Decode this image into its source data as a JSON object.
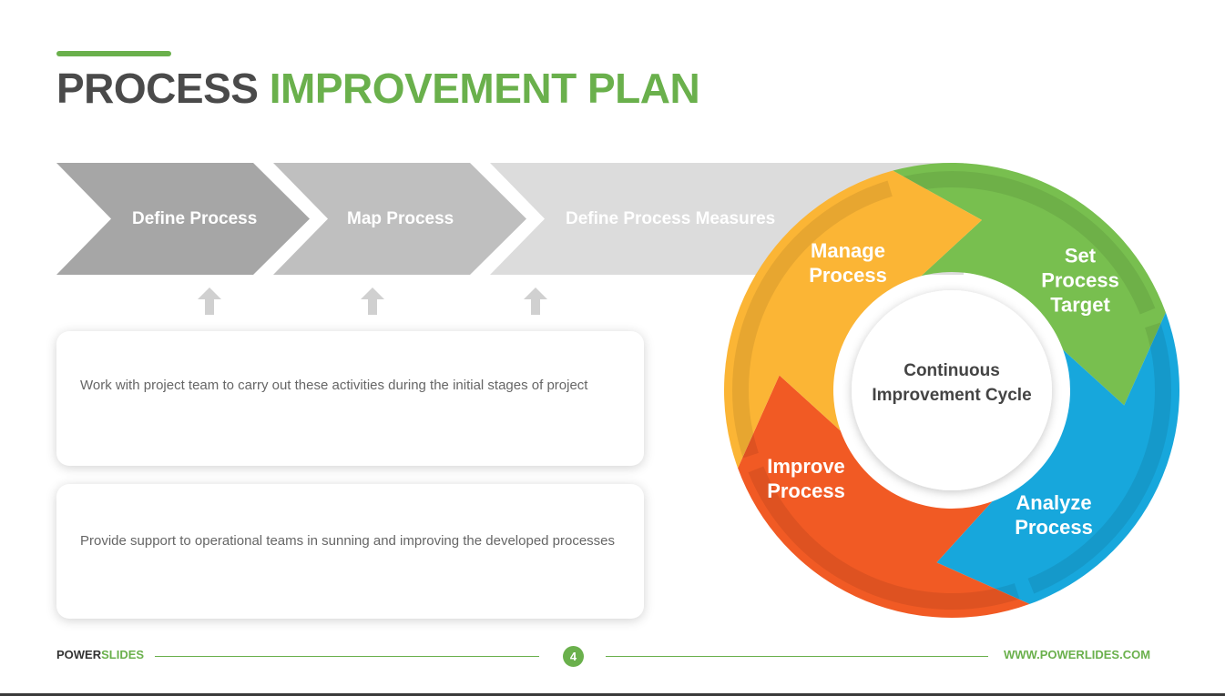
{
  "title": {
    "part1": "PROCESS",
    "part2": "IMPROVEMENT PLAN"
  },
  "steps": [
    {
      "label": "Define Process",
      "color": "#a6a6a6"
    },
    {
      "label": "Map Process",
      "color": "#bfbfbf"
    },
    {
      "label": "Define Process Measures",
      "color": "#dcdcdc"
    }
  ],
  "cards": [
    {
      "text": "Work with project team to carry out these activities during the initial stages of project"
    },
    {
      "text": "Provide support to operational teams in sunning and improving the developed processes"
    }
  ],
  "cycle": {
    "center": {
      "line1": "Continuous",
      "line2": "Improvement Cycle"
    },
    "segments": [
      {
        "lines": [
          "Set",
          "Process",
          "Target"
        ],
        "color": "#78bf4f"
      },
      {
        "lines": [
          "Analyze",
          "Process"
        ],
        "color": "#17a7dc"
      },
      {
        "lines": [
          "Improve",
          "Process"
        ],
        "color": "#f15a24"
      },
      {
        "lines": [
          "Manage",
          "Process"
        ],
        "color": "#fbb535"
      }
    ]
  },
  "footer": {
    "brand_part1": "POWER",
    "brand_part2": "SLIDES",
    "page": "4",
    "url": "WWW.POWERLIDES.COM"
  }
}
